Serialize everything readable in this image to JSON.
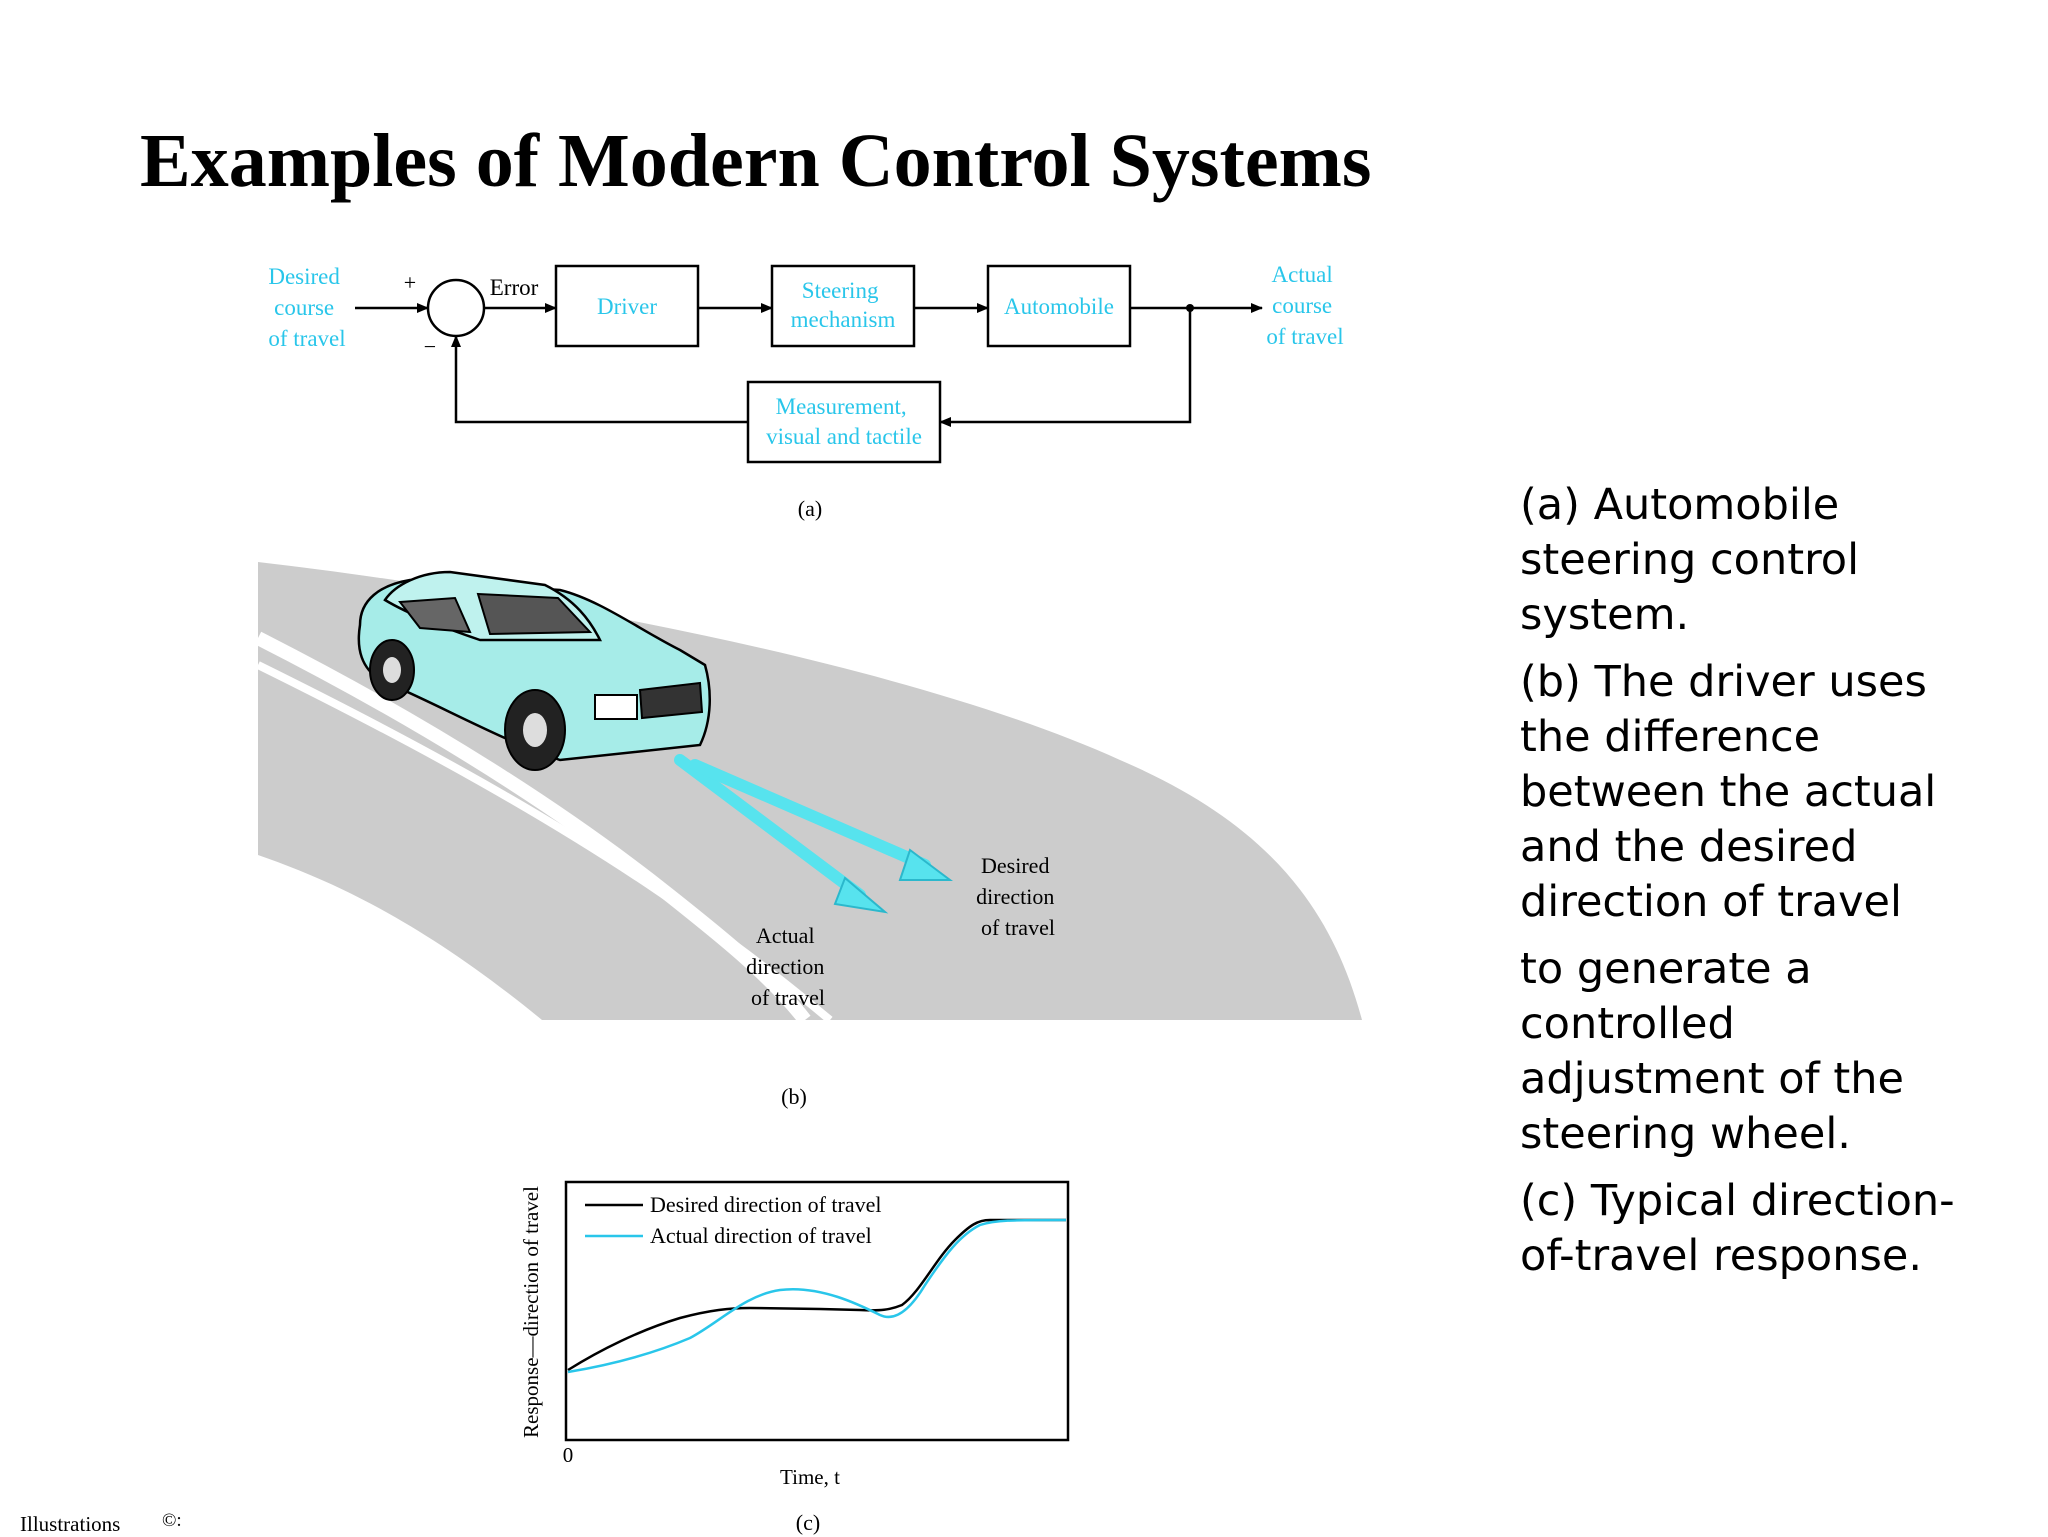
{
  "title": "Examples of Modern Control Systems",
  "block_diagram": {
    "input_label": [
      "Desired",
      "course",
      "of travel"
    ],
    "plus_sign": "+",
    "minus_sign": "−",
    "error_label": "Error",
    "blocks": {
      "driver": [
        "Driver"
      ],
      "steering": [
        "Steering",
        "mechanism"
      ],
      "automobile": [
        "Automobile"
      ],
      "measurement": [
        "Measurement,",
        "visual and tactile"
      ]
    },
    "output_label": [
      "Actual",
      "course",
      "of travel"
    ],
    "part_label": "(a)"
  },
  "road_illustration": {
    "desired_label": [
      "Desired",
      "direction",
      "of travel"
    ],
    "actual_label": [
      "Actual",
      "direction",
      "of travel"
    ],
    "part_label": "(b)"
  },
  "response_chart": {
    "ylabel": "Response—direction of travel",
    "xlabel": "Time, t",
    "origin_label": "0",
    "legend": [
      "Desired direction of travel",
      "Actual direction of travel"
    ],
    "part_label": "(c)"
  },
  "caption": [
    "(a) Automobile steering control system.",
    "(b) The driver uses the difference between the actual and the desired direction of travel",
    "to generate a controlled adjustment of the steering wheel.",
    "(c) Typical direction-of-travel response."
  ],
  "footer": {
    "text": "Illustrations",
    "symbol": "©:"
  },
  "colors": {
    "accent": "#29c6ea",
    "road": "#cccccc",
    "car_body": "#a6ece8"
  }
}
